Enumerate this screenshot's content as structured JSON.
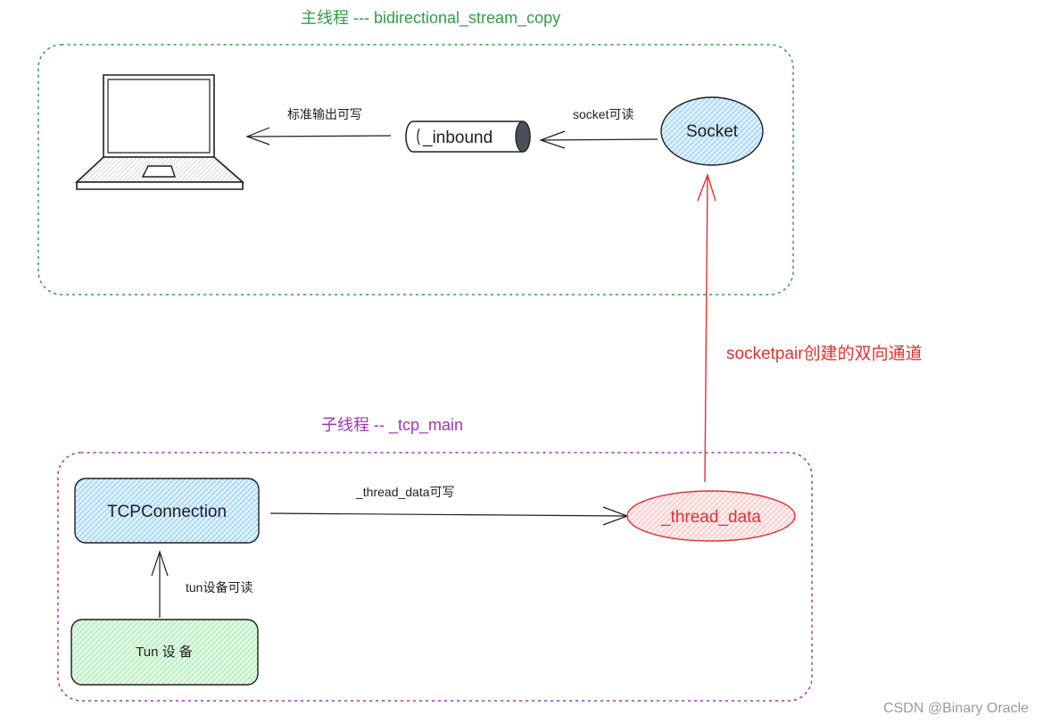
{
  "main_thread": {
    "title": "主线程 --- bidirectional_stream_copy",
    "stdout_label": "标准输出可写",
    "inbound_label": "_inbound",
    "socket_readable_label": "socket可读",
    "socket_label": "Socket"
  },
  "socketpair_label": "socketpair创建的双向通道",
  "sub_thread": {
    "title": "子线程 -- _tcp_main",
    "tcp_connection_label": "TCPConnection",
    "thread_data_writable_label": "_thread_data可写",
    "thread_data_label": "_thread_data",
    "tun_readable_label": "tun设备可读",
    "tun_device_label": "Tun 设 备"
  },
  "watermark": "CSDN @Binary Oracle",
  "colors": {
    "main_group": "#2f9e44",
    "sub_group": "#9c36b5",
    "socketpair": "#e03131",
    "socket_fill": "#d0ebff",
    "tcp_fill": "#d0ebff",
    "thread_data_fill": "#ffe3e3",
    "tun_fill": "#d3f9d8"
  }
}
